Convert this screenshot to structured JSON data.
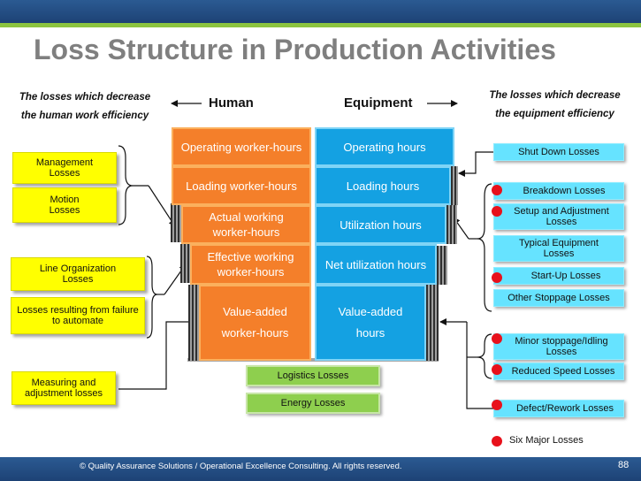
{
  "title": "Loss Structure in Production Activities",
  "left_caption": [
    "The losses which decrease",
    "the human work efficiency"
  ],
  "right_caption": [
    "The losses which decrease",
    "the equipment efficiency"
  ],
  "headers": {
    "human": "Human",
    "equipment": "Equipment"
  },
  "human_levels": [
    "Operating worker-hours",
    "Loading worker-hours",
    "Actual working worker-hours",
    "Effective working worker-hours",
    "Value-added worker-hours"
  ],
  "equipment_levels": [
    "Operating hours",
    "Loading hours",
    "Utilization hours",
    "Net utilization hours",
    "Value-added hours"
  ],
  "human_losses": [
    "Management Losses",
    "Motion Losses",
    "Line Organization Losses",
    "Losses resulting from failure to automate",
    "Measuring and adjustment losses"
  ],
  "equipment_losses": [
    "Shut Down Losses",
    "Breakdown Losses",
    "Setup and Adjustment Losses",
    "Typical Equipment Losses",
    "Start-Up Losses",
    "Other Stoppage Losses",
    "Minor stoppage/Idling Losses",
    "Reduced Speed Losses",
    "Defect/Rework Losses"
  ],
  "shared_losses": [
    "Logistics Losses",
    "Energy Losses"
  ],
  "legend": "Six Major Losses",
  "footer": "© Quality Assurance Solutions / Operational Excellence Consulting.  All rights reserved.",
  "page_number": "88",
  "colors": {
    "header_bar": "#1d4275",
    "accent_stripe": "#8cc43f",
    "human_bar": "#f47f2a",
    "equipment_bar": "#14a1e2",
    "human_loss_box": "#ffff00",
    "equipment_loss_box": "#66e3ff",
    "shared_loss_box": "#8ecf4e",
    "major_loss_marker": "#e8111b"
  }
}
